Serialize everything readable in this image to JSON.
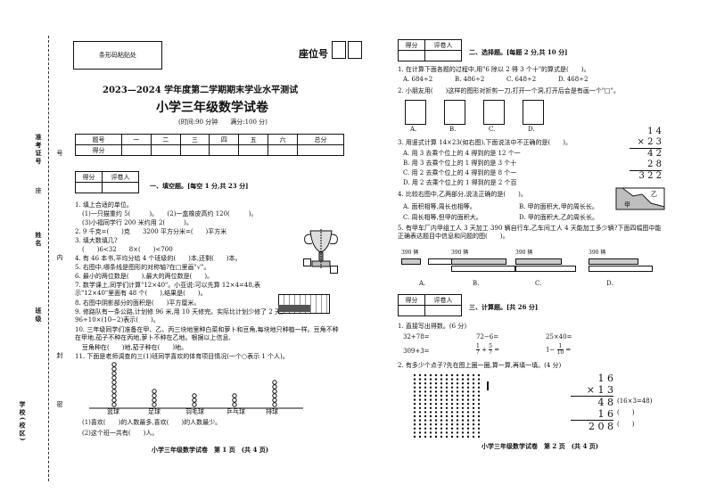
{
  "binding": {
    "exam_no": "准考证号",
    "seat": "座",
    "line1": "号",
    "name": "姓名",
    "inner": "内",
    "class": "班级",
    "seal": "封",
    "school": "学校(校区)",
    "dense": "密"
  },
  "left": {
    "barcode_label": "条形码粘贴处",
    "seat_label": "座位号",
    "title_main": "2023—2024 学年度第二学期期末学业水平测试",
    "title_sub": "小学三年级数学试卷",
    "time_score": "(时间:90 分钟　　满分:100 分)",
    "score_table": {
      "headers": [
        "题号",
        "一",
        "二",
        "三",
        "四",
        "五",
        "六",
        "总分"
      ],
      "row_label": "得分"
    },
    "grader": {
      "score": "得分",
      "grader": "评卷人"
    },
    "section1": "一、填空题。[每空 1 分,共 23 分]",
    "q1": "1. 填上合适的单位。",
    "q1a": "(1)一只猫重约 5(　　　)。　　(2)一盒橡皮高约 120(　　　)。",
    "q1b": "(3)小福同学行 200 米约用 2(　　　)。",
    "q2": "2. 9 千克=(　　)克　　3200 平方分米=(　　)平方米",
    "q3": "3. 填大数填几?",
    "q3b": "(　　)6<32　　8×(　　)<700",
    "q4": "4. 有 46 本书,平均分给 4 个班级的(　　)本,还剩(　　)本。",
    "q5": "5. 右图中,哪条线是图形的对称轴?在□里画\"√\"。",
    "q6": "6. 最小的两位数是(　　),最大的两位数是(　　)。",
    "q7": "7. 数学课上,同学们计算\"12×40\"。小亚说:可以先算 12×4=48,表示\"12×40\"里面有 48 个(　　),结果是(　　)。",
    "q8": "8. 右图中阴影部分的面积是(　　)平方厘米。",
    "q9": "9. 修路队有一条公路,计划修 96 米,用 10 天修完。实际比计划少修了 2 天。96÷10×(10−2)表示(　　)。",
    "q10": "10. 三年级同学们准备在甲、乙、丙三块地里种白菜和萝卜和豆角,每块地只种植一样。豆角不种在甲地,茄子不种在丙地,萝卜不种在乙地。根据以上信息,",
    "q10b": "豆角种在(　　)地,茄子种在(　　)地。",
    "q11": "11. 下面是老师调查的三(1)班同学喜欢的体育项目情况(一个○表示 1 个人)。",
    "sports": [
      "篮球",
      "足球",
      "羽毛球",
      "乒乓球",
      "排球"
    ],
    "sports_counts": [
      10,
      4,
      3,
      3,
      6
    ],
    "q11a": "(1)喜欢(　　)的人数最多,喜欢(　　)的人数最少。",
    "q11b": "(2)这个班一共有(　　)人。",
    "footer": "小学三年级数学试卷　第 1 页　(共 4 页)"
  },
  "right": {
    "grader": {
      "score": "得分",
      "grader": "评卷人"
    },
    "section2": "二、选择题。[每题 2 分,共 10 分]",
    "c1": "1. 在计算下面各题的过程中,用\"6 除以 2 得 3 个十\"的算式是(　　)。",
    "c1_opts": [
      "A. 684÷2",
      "B. 486÷2",
      "C. 648÷2",
      "D. 468÷2"
    ],
    "c2": "2. 小朋友用(　　)这样的图形对折剪一刀,打开一个洞,打开后会是有画一个\"□\"。",
    "c2_opts": [
      "A.",
      "B.",
      "C.",
      "D."
    ],
    "c3": "3. 用竖式计算 14×23(如右图),下面说法中不正确的是(　　)。",
    "c3_opts": [
      "A. 用 3 去乘个位上的 4 得到的是 12 个一",
      "B. 用 3 去乘个位上的 1 得到的是 3 个十",
      "C. 用 2 去乘个位上的 4 得到的是 8 个一",
      "D. 用 2 去乘个位上的 1 得到的是 2 个百"
    ],
    "vert_calc": [
      "1 4",
      "× 2 3",
      "4 2",
      "2 8",
      "3 2 2"
    ],
    "c4": "4. 比较右图中,乙两部分,说法正确的是(　　)。",
    "c4_opts": [
      "A. 面积相等,周长也相等。",
      "B. 甲的面积大,甲的周长长。",
      "C. 周长相等,但甲的面积大。",
      "D. 甲的面积大,乙的周长长。"
    ],
    "c4_labels": [
      "甲",
      "乙"
    ],
    "c5": "5. 有甲车厂内甲组工人 3 天加工 390 辆自行车,乙车间工人 4 天能加工多少辆?下面四幅图中能正确表达题目中信息和问题的图(　　)。",
    "c5_opts": [
      "A.",
      "B.",
      "C.",
      "D."
    ],
    "c5_bar_label": "390 辆",
    "grader2": {
      "score": "得分",
      "grader": "评卷人"
    },
    "section3": "三、计算题。[共 26 分]",
    "k1": "1. 直接写出得数。(6 分)",
    "k1_items": [
      "32+78=",
      "72−6=",
      "25×40=",
      "309+3=",
      "+",
      "1−"
    ],
    "k1_fracs": [
      [
        "1",
        "7"
      ],
      [
        "5",
        "7"
      ],
      [
        "1",
        "10"
      ]
    ],
    "k2": "2. 有多少个点子?先在图上圈一圈,算一算,再填一填。(4 分)",
    "mult": [
      "1 6",
      "× 1 3",
      "4 8",
      "1 6",
      "2 0 8"
    ],
    "mult_note1": "(16×3=48)",
    "mult_note2": "(　　)",
    "mult_note3": "(　　)",
    "footer": "小学三年级数学试卷　第 2 页　(共 4 页)"
  }
}
